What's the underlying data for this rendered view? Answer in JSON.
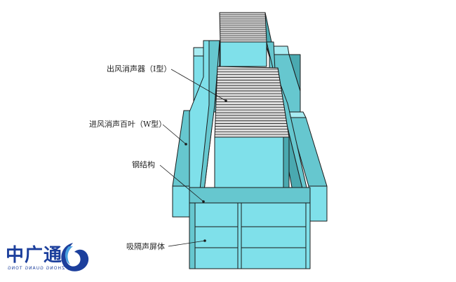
{
  "labels": {
    "outlet_silencer": "出风消声器（I型）",
    "inlet_louver": "进风消声百叶（W型）",
    "steel_structure": "钢结构",
    "sound_panel": "吸隔声屏体"
  },
  "logo": {
    "text": "中广通",
    "subtitle": "ZHONG GUANG TONG"
  },
  "colors": {
    "panel_fill": "#7fe0ea",
    "side_fill": "#66c7cf",
    "dark_fill": "#4aa9b0",
    "louver_fill": "#dedede",
    "outline": "#1a1a1a",
    "brand": "#1c3f9c"
  }
}
